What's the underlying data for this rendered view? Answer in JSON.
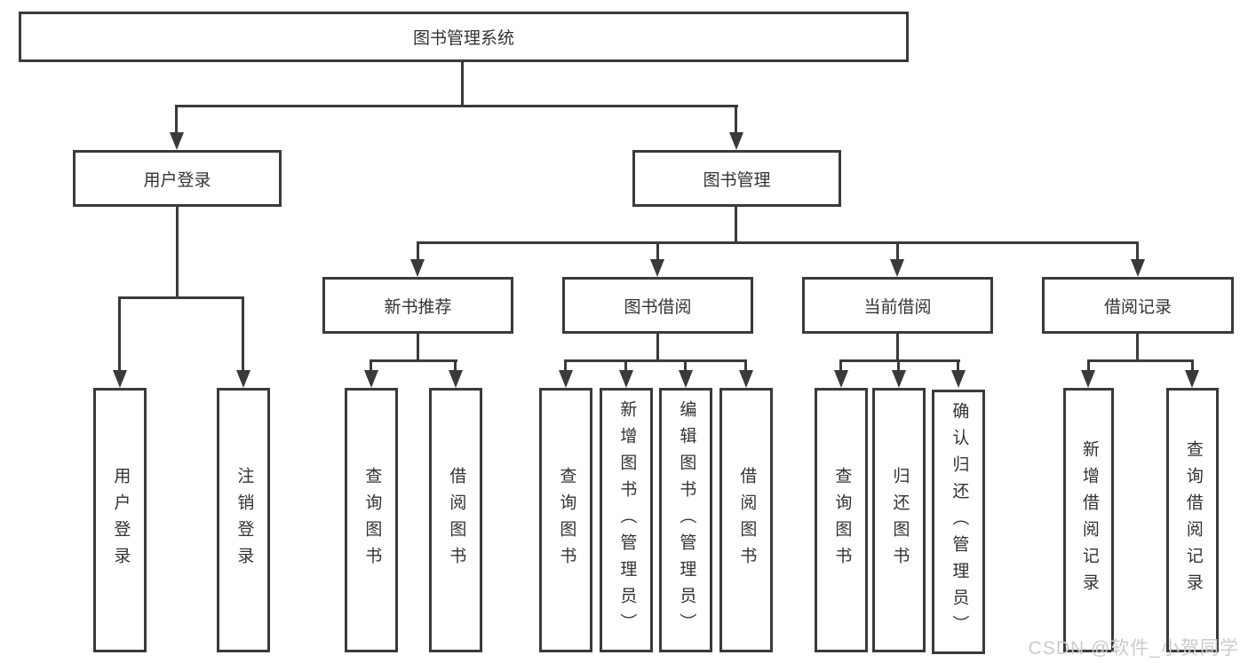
{
  "diagram": {
    "root": {
      "label": "图书管理系统"
    },
    "user_login": {
      "label": "用户登录",
      "children": [
        {
          "label": "用户登录"
        },
        {
          "label": "注销登录"
        }
      ]
    },
    "book_mgmt": {
      "label": "图书管理",
      "children": [
        {
          "label": "新书推荐",
          "children": [
            {
              "label": "查询图书"
            },
            {
              "label": "借阅图书"
            }
          ]
        },
        {
          "label": "图书借阅",
          "children": [
            {
              "label": "查询图书"
            },
            {
              "label": "新增图书（管理员）"
            },
            {
              "label": "编辑图书（管理员）"
            },
            {
              "label": "借阅图书"
            }
          ]
        },
        {
          "label": "当前借阅",
          "children": [
            {
              "label": "查询图书"
            },
            {
              "label": "归还图书"
            },
            {
              "label": "确认归还（管理员）"
            }
          ]
        },
        {
          "label": "借阅记录",
          "children": [
            {
              "label": "新增借阅记录"
            },
            {
              "label": "查询借阅记录"
            }
          ]
        }
      ]
    }
  },
  "watermark": {
    "text": "CSDN @软件_小贺同学"
  },
  "colors": {
    "line": "#3a3a3a",
    "text": "#333333",
    "background": "#ffffff",
    "watermark": "#cbcbcb"
  }
}
